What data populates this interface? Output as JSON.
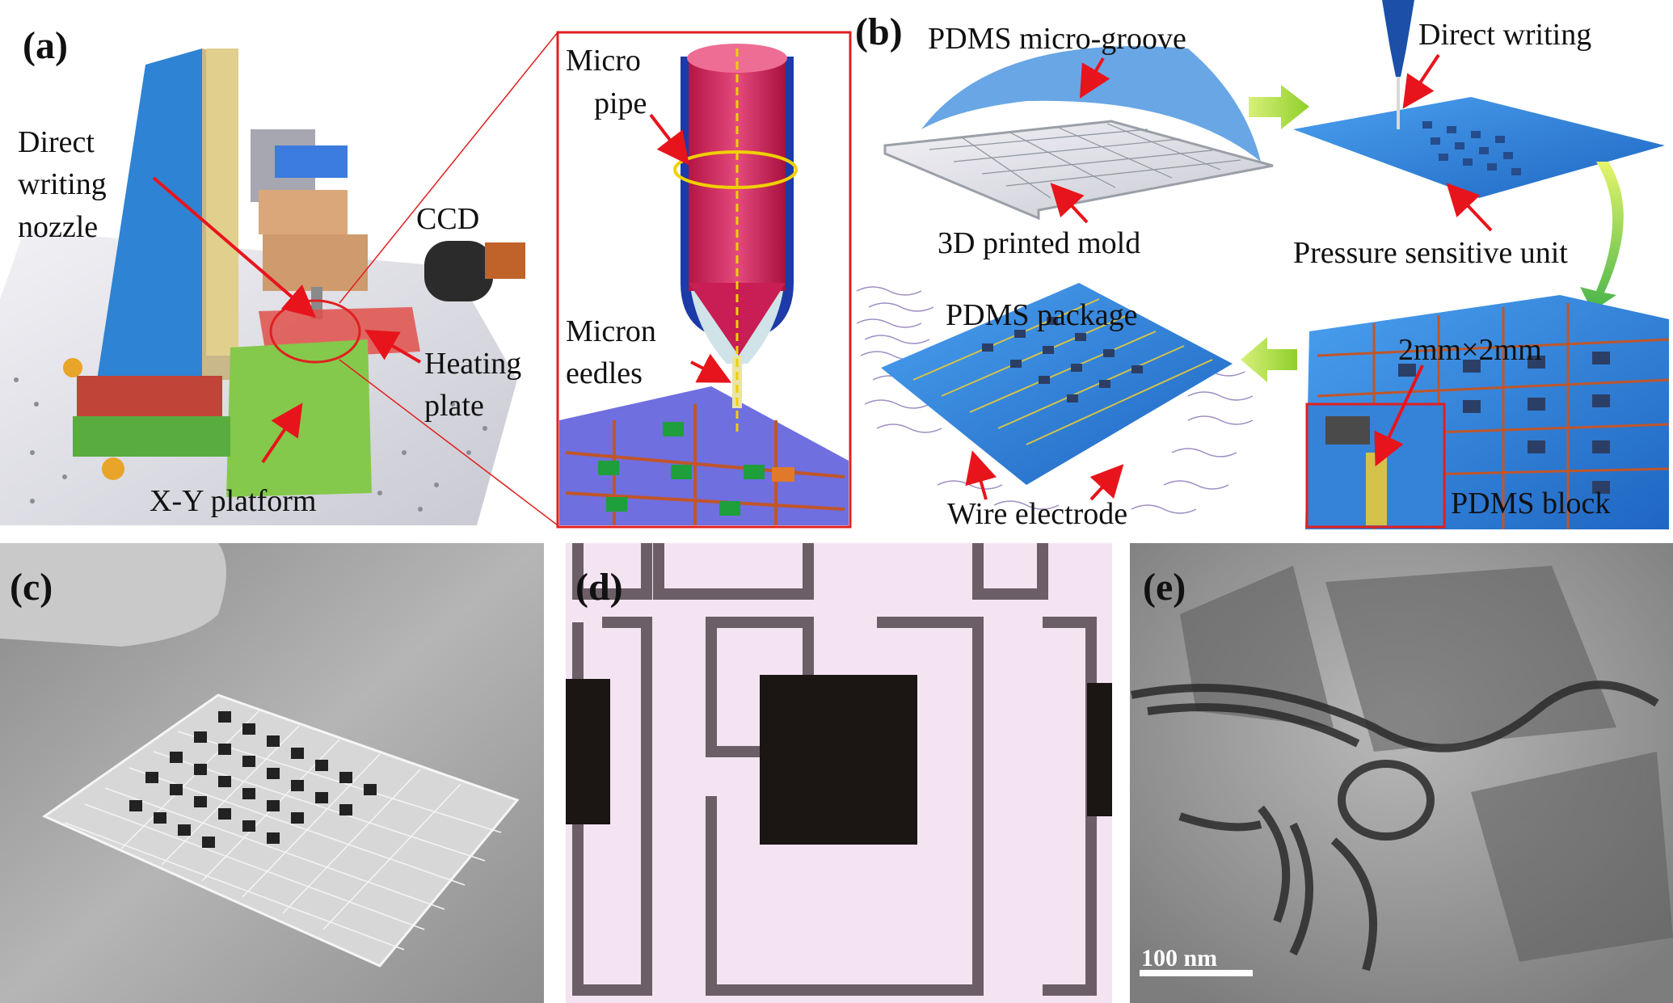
{
  "panels": {
    "a": {
      "label": "(a)",
      "annotations": {
        "nozzle_line1": "Direct",
        "nozzle_line2": "writing",
        "nozzle_line3": "nozzle",
        "ccd": "CCD",
        "heating_line1": "Heating",
        "heating_line2": "plate",
        "platform": "X-Y platform",
        "micro_pipe_line1": "Micro",
        "micro_pipe_line2": "pipe",
        "needles_line1": "Micron",
        "needles_line2": "eedles"
      }
    },
    "b": {
      "label": "(b)",
      "annotations": {
        "micro_groove": "PDMS micro-groove",
        "mold": "3D printed mold",
        "direct_writing": "Direct writing",
        "pressure_unit": "Pressure sensitive unit",
        "package": "PDMS package",
        "size": "2mm×2mm",
        "electrode": "Wire electrode",
        "block": "PDMS block"
      }
    },
    "c": {
      "label": "(c)"
    },
    "d": {
      "label": "(d)"
    },
    "e": {
      "label": "(e)",
      "scale_bar": "100 nm"
    }
  },
  "colors": {
    "arrow_red": "#e8141c",
    "zoom_box": "#e02020",
    "pdms_blue": "#2f7fd6",
    "process_arrow": "#a6d93a",
    "mold_gray": "#d9dbde",
    "platform_green": "#84c94b",
    "pipe_magenta": "#d3265d",
    "micrograph_pink": "#f4e4f2"
  }
}
